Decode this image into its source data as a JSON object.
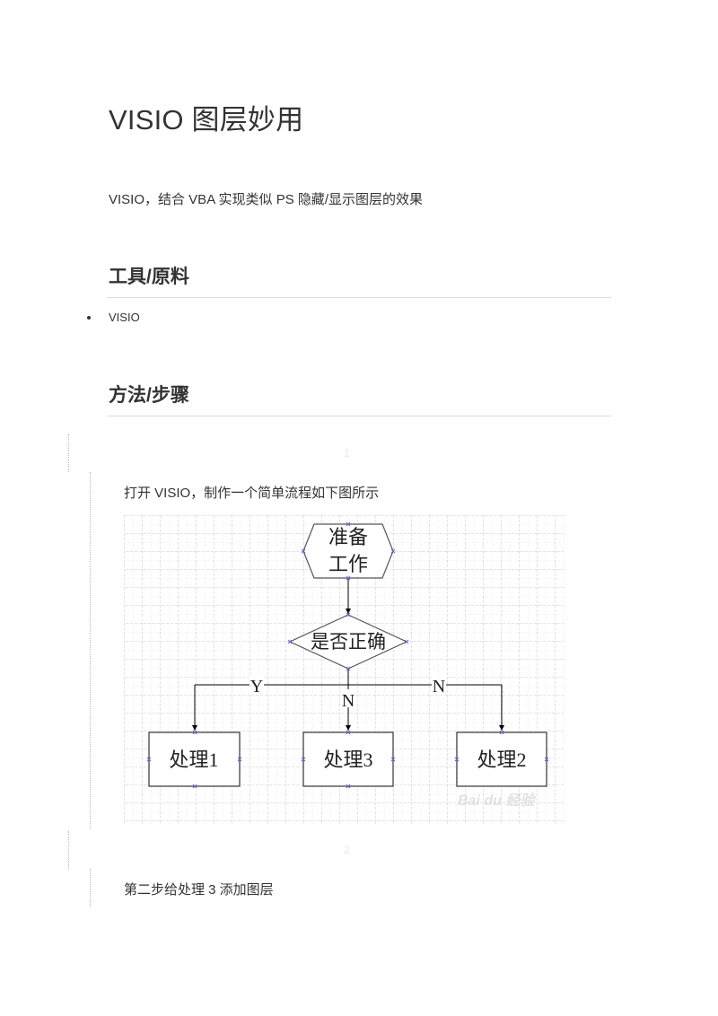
{
  "title": "VISIO 图层妙用",
  "intro": "VISIO，结合 VBA 实现类似 PS 隐藏/显示图层的效果",
  "tools": {
    "heading": "工具/原料",
    "items": [
      "VISIO"
    ]
  },
  "method": {
    "heading": "方法/步骤"
  },
  "steps": [
    {
      "number": "1",
      "text": "打开 VISIO，制作一个简单流程如下图所示"
    },
    {
      "number": "2",
      "text": "第二步给处理 3 添加图层"
    }
  ],
  "flowchart": {
    "start_line1": "准备",
    "start_line2": "工作",
    "decision": "是否正确",
    "branch_left": "Y",
    "branch_mid": "N",
    "branch_right": "N",
    "box_left": "处理1",
    "box_mid": "处理3",
    "box_right": "处理2",
    "watermark": "Bai du 经验"
  }
}
